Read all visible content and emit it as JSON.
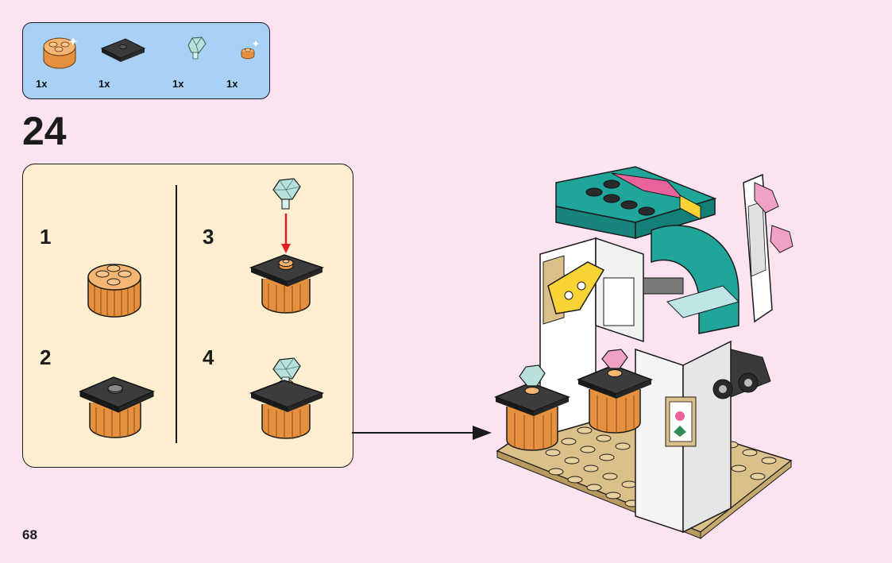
{
  "parts_list": {
    "items": [
      {
        "name": "round-brick-2x2",
        "qty": "1x"
      },
      {
        "name": "plate-2x2-with-stud",
        "qty": "1x"
      },
      {
        "name": "diamond-gem",
        "qty": "1x"
      },
      {
        "name": "round-plate-1x1",
        "qty": "1x"
      }
    ]
  },
  "step": {
    "number": "24"
  },
  "substeps": [
    {
      "number": "1"
    },
    {
      "number": "2"
    },
    {
      "number": "3"
    },
    {
      "number": "4"
    }
  ],
  "page": {
    "number": "68"
  },
  "colors": {
    "background": "#fbe3f2",
    "parts_box": "#a9d1f5",
    "substep_box": "#fdefd0",
    "orange": "#f0a25a",
    "black": "#1b1b1b",
    "tan": "#dcc08a",
    "teal": "#1fa59a",
    "transparent_blue": "#bfe6e6",
    "pink": "#e8639c",
    "yellow": "#f7d336",
    "arrow_red": "#e01f26"
  }
}
